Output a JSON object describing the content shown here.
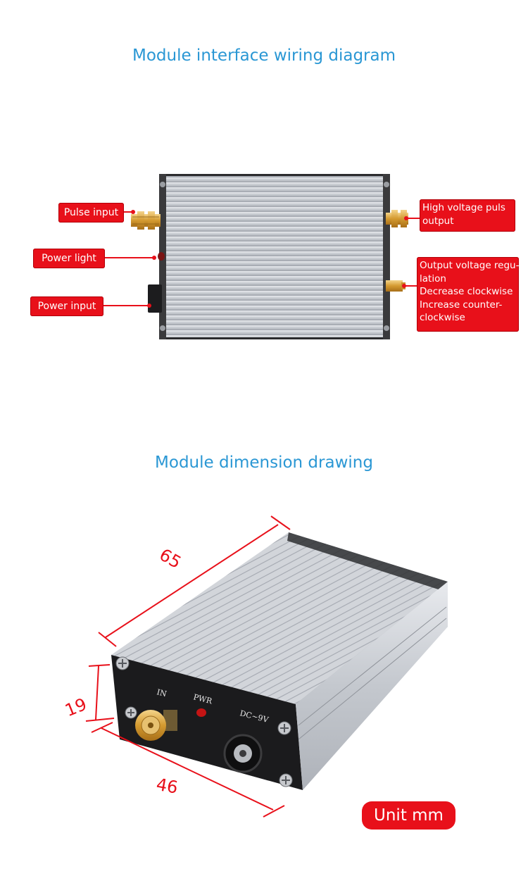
{
  "sections": {
    "wiring_title": "Module interface wiring diagram",
    "dimension_title": "Module dimension drawing"
  },
  "wiring_labels": {
    "pulse_input": "Pulse input",
    "power_light": "Power light",
    "power_input": "Power input",
    "hv_output": [
      "High voltage puls",
      "output"
    ],
    "voltage_regulation": [
      "Output voltage regu-",
      "lation",
      "Decrease clockwise",
      "Increase counter-",
      "clockwise"
    ]
  },
  "dimensions": {
    "length": "65",
    "height": "19",
    "width": "46",
    "unit": "Unit mm"
  },
  "panel_markings": {
    "in": "IN",
    "pwr": "PWR",
    "dc": "DC~9V"
  },
  "colors": {
    "title_blue": "#2a97d4",
    "label_red": "#e8101a",
    "aluminium": "#c9cdd3",
    "brass": "#d8a640"
  }
}
